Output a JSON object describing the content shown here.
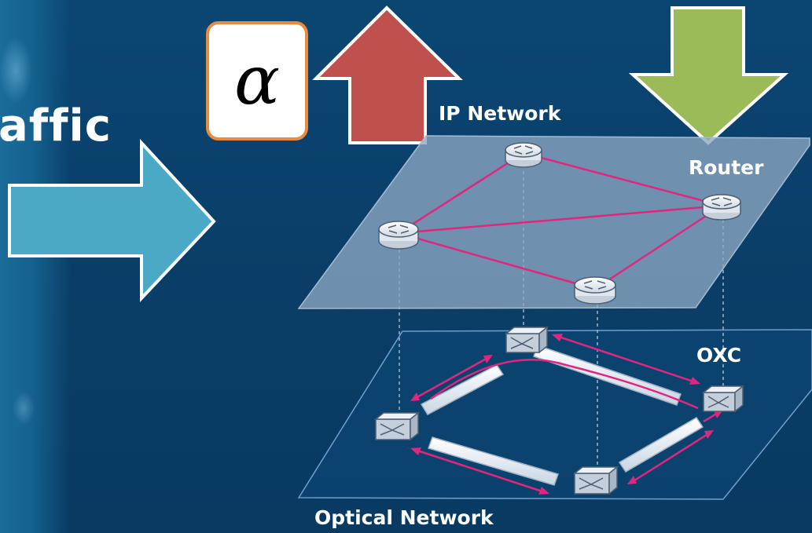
{
  "traffic_text": "affic",
  "alpha_symbol": "α",
  "labels": {
    "ip_network": "IP Network",
    "router": "Router",
    "oxc": "OXC",
    "optical_network": "Optical Network"
  },
  "colors": {
    "background": "#0b4673",
    "teal_arrow": "#4aa9c4",
    "red_arrow": "#c0504d",
    "green_arrow": "#9bbb59",
    "alpha_border": "#e98a3c",
    "ip_plane": "#8ca7c2",
    "link": "#e0267f"
  },
  "icons": [
    "router-icon",
    "oxc-switch-icon",
    "arrow-right",
    "arrow-up",
    "arrow-down"
  ]
}
